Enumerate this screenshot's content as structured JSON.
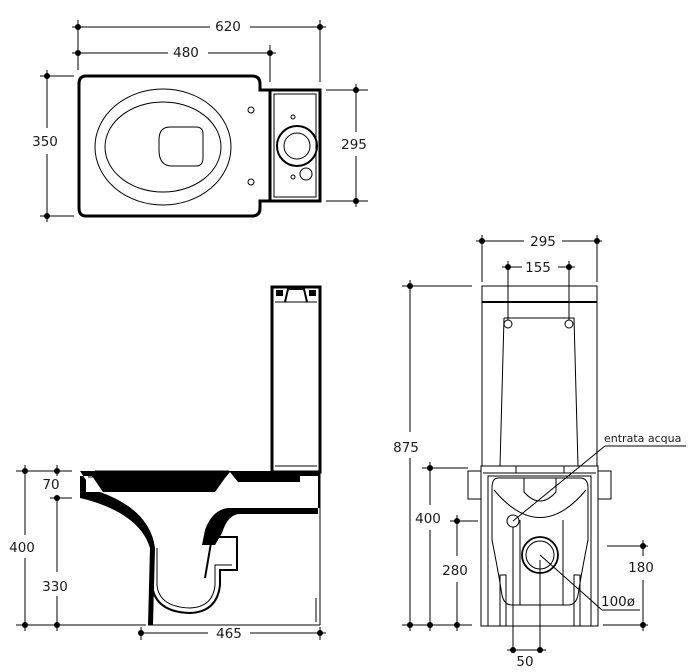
{
  "top_view": {
    "overall_length": "620",
    "bowl_length": "480",
    "bowl_width": "350",
    "cistern_width": "295"
  },
  "side_view": {
    "rim_thickness": "70",
    "total_height": "400",
    "outlet_height": "330",
    "depth": "465"
  },
  "front_view": {
    "cistern_width": "295",
    "fixing_spacing": "155",
    "total_height": "875",
    "inlet_height": "400",
    "inlet_offset_height": "280",
    "outlet_center_height": "180",
    "outlet_diameter": "100ø",
    "inlet_outlet_offset": "50",
    "water_inlet_label": "entrata acqua"
  },
  "colors": {
    "line": "#000000",
    "background": "#ffffff"
  }
}
